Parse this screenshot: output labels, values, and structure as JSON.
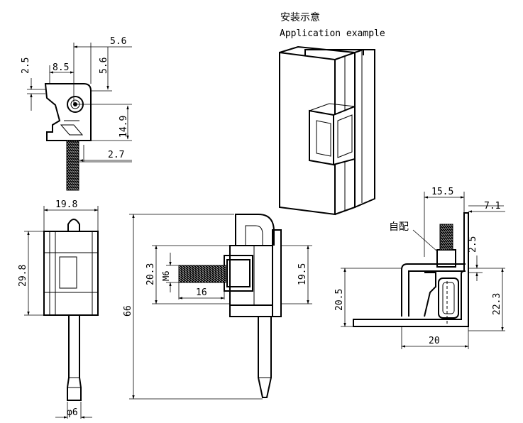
{
  "caption": {
    "zh": "安装示意",
    "en": "Application example"
  },
  "top_view": {
    "d1": "5.6",
    "d2": "2.5",
    "d3": "8.5",
    "d4": "5.6",
    "d5": "14.9",
    "d6": "2.7"
  },
  "front_view": {
    "width": "19.8",
    "height": "29.8",
    "pin": "φ6"
  },
  "side_view": {
    "total": "66",
    "d1": "20.3",
    "thread": "M6",
    "d2": "16",
    "d3": "19.5"
  },
  "install_view": {
    "label": "自配",
    "d1": "15.5",
    "d2": "7.1",
    "d3": "2.5",
    "d4": "20.5",
    "d5": "22.3",
    "d6": "20"
  }
}
